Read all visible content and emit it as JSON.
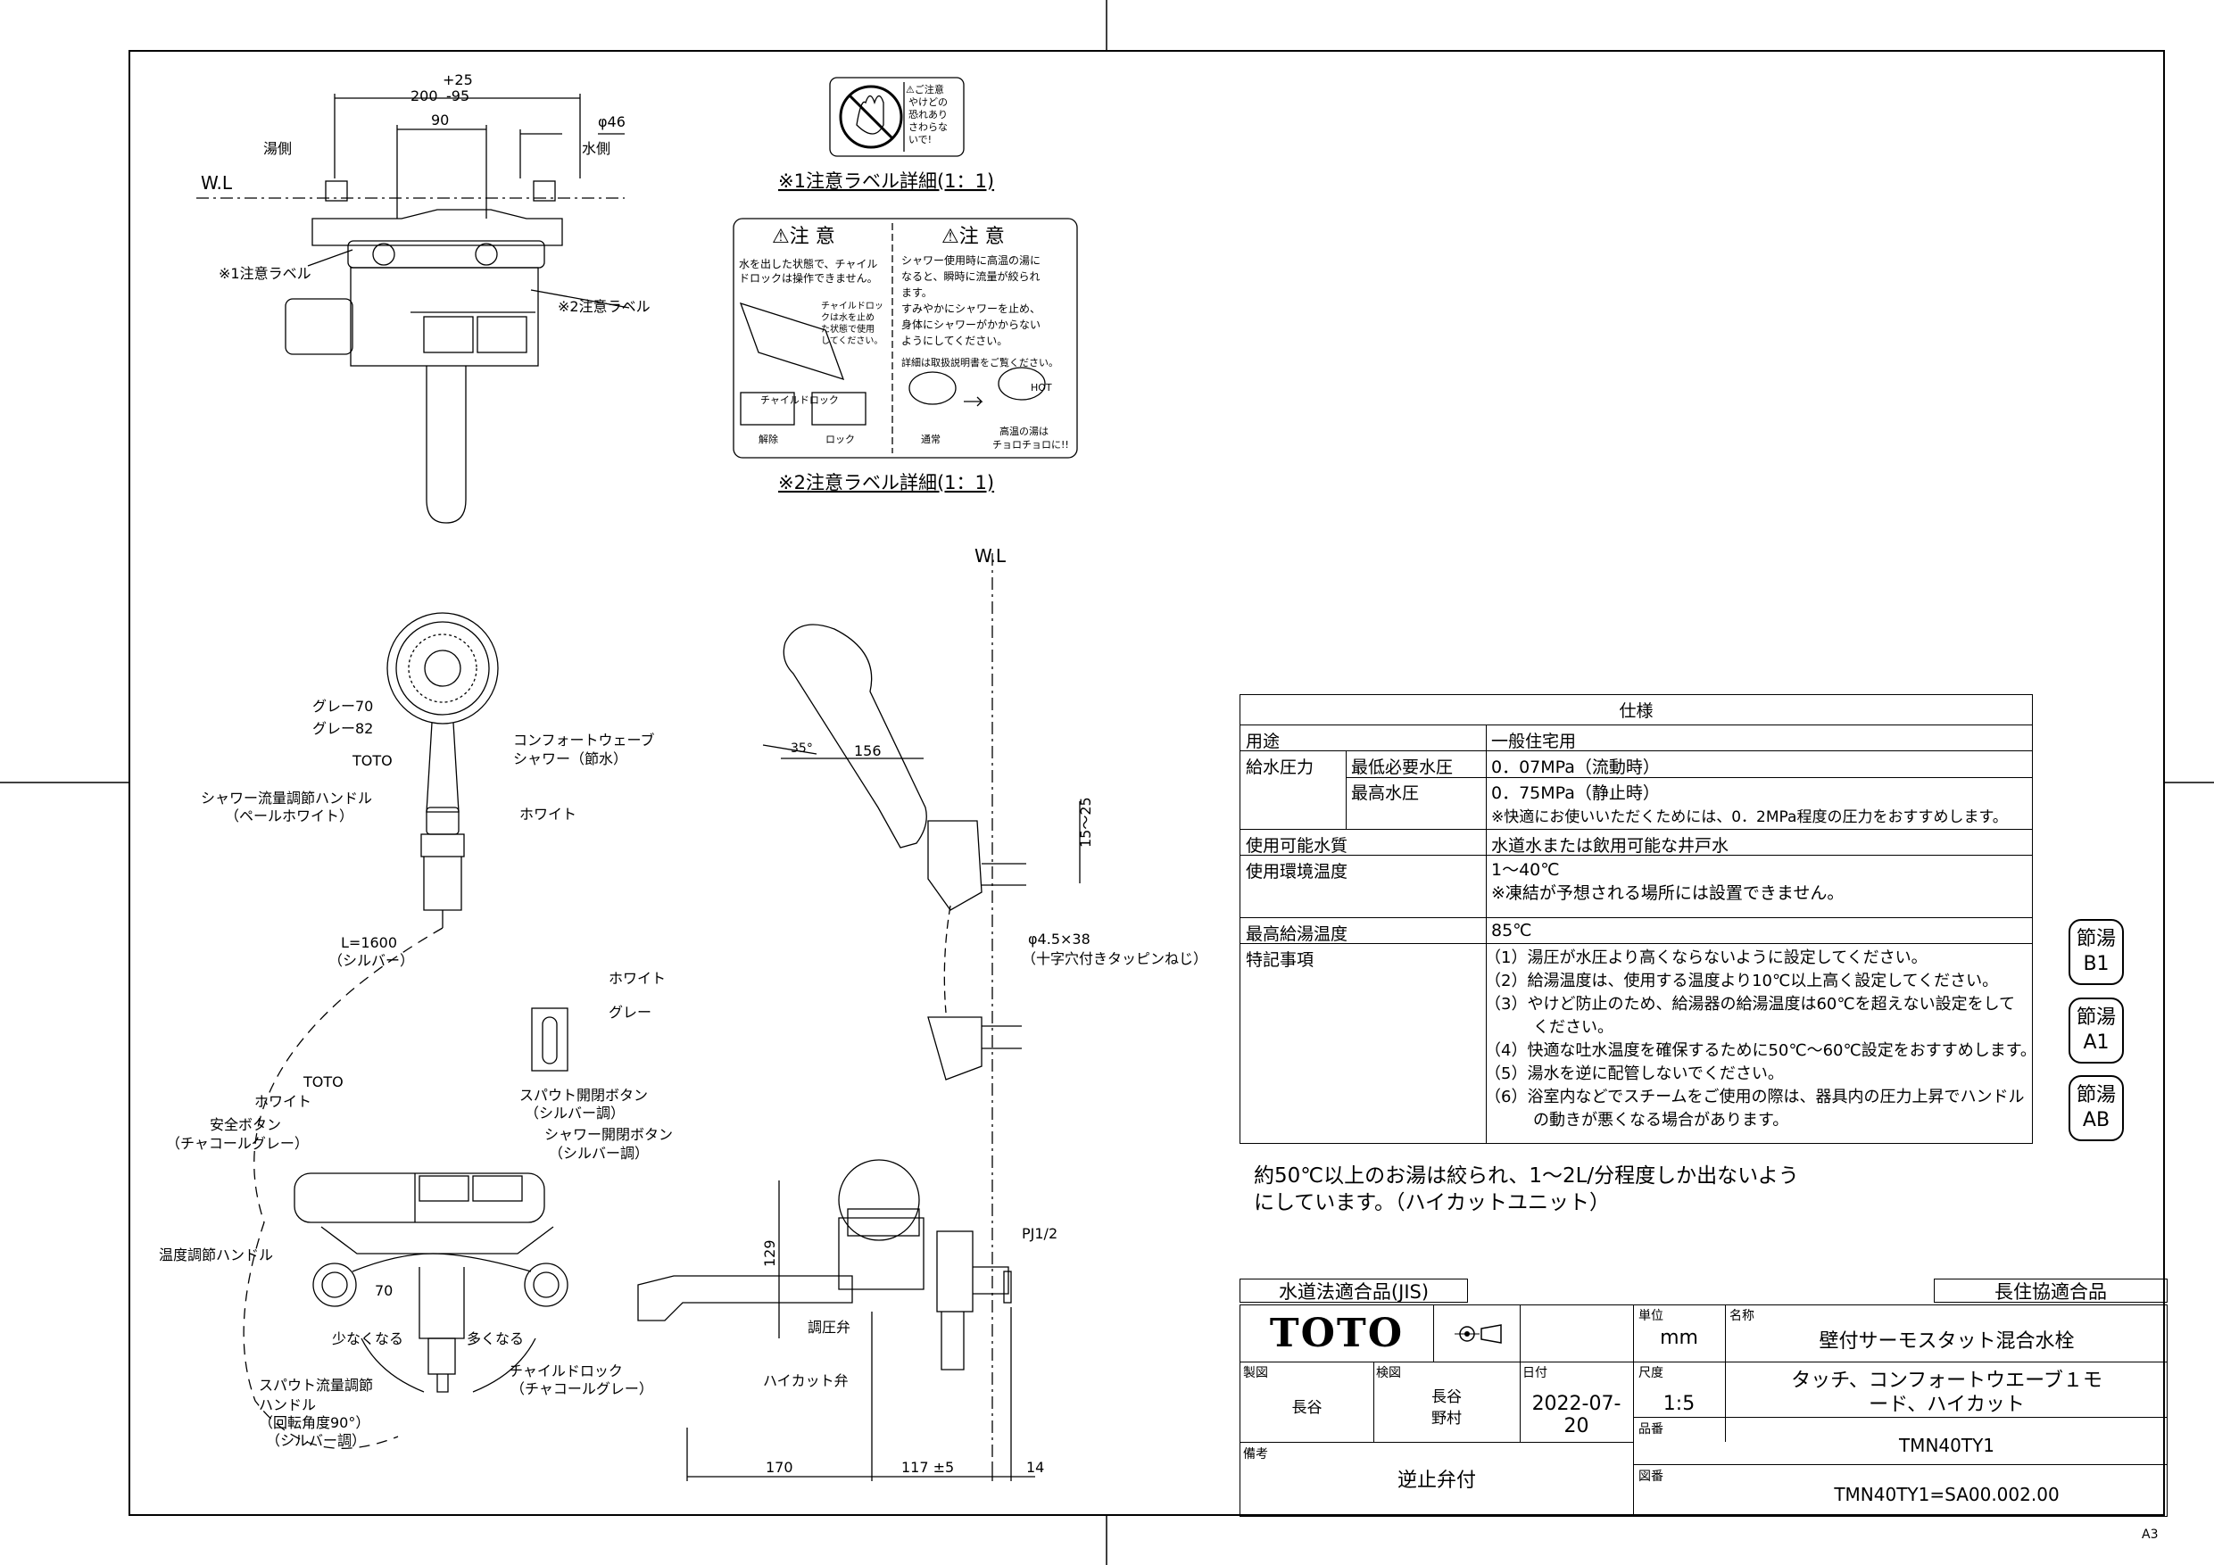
{
  "drawing": {
    "wl_label": "W.L",
    "wl_label_side": "W.L",
    "dim_top": "200",
    "dim_top_tol_plus": "+25",
    "dim_top_tol_minus": "-95",
    "dim_90": "90",
    "dim_phi46": "φ46",
    "label_hot": "湯側",
    "label_cold": "水側",
    "label_caution1": "※1注意ラベル",
    "label_caution2": "※2注意ラベル",
    "label1_title": "※1注意ラベル詳細(1：1)",
    "label2_title": "※2注意ラベル詳細(1：1)",
    "label1_text": [
      "⚠ご注意",
      "やけどの",
      "恐れあり",
      "さわらな",
      "いで!"
    ],
    "label2_left_head": "⚠注 意",
    "label2_left_text": [
      "水を出した状態で、チャイル",
      "ドロックは操作できません。"
    ],
    "label2_left_small": [
      "チャイルドロッ",
      "クは水を止め",
      "た状態で使用",
      "してください。"
    ],
    "label2_childlock": "チャイルドロック",
    "label2_release": "解除",
    "label2_lock": "ロック",
    "label2_right_head": "⚠注 意",
    "label2_right_text": [
      "シャワー使用時に高温の湯に",
      "なると、瞬時に流量が絞られ",
      "ます。",
      "すみやかにシャワーを止め、",
      "身体にシャワーがかからない",
      "ようにしてください。",
      "詳細は取扱説明書をご覧ください。"
    ],
    "label2_normal": "通常",
    "label2_hot": "HOT",
    "label2_hotwater": [
      "高温の湯は",
      "チョロチョロに!!"
    ],
    "gray70": "グレー70",
    "gray82": "グレー82",
    "toto_small": "TOTO",
    "comfort_wave": "コンフォートウェーブ",
    "shower_save": "シャワー（節水）",
    "shower_flow_handle": "シャワー流量調節ハンドル",
    "pale_white": "（ペールホワイト）",
    "white": "ホワイト",
    "hose_len": "L=1600",
    "silver": "（シルバー）",
    "white2": "ホワイト",
    "gray": "グレー",
    "toto2": "TOTO",
    "white3": "ホワイト",
    "safety_btn": "安全ボタン",
    "charcoal": "（チャコールグレー）",
    "spout_btn": "スパウト開閉ボタン",
    "silver_tone": "（シルバー調）",
    "shower_btn": "シャワー開閉ボタン",
    "silver_tone2": "（シルバー調）",
    "temp_handle": "温度調節ハンドル",
    "dim_70": "70",
    "less": "少なくなる",
    "more": "多くなる",
    "spout_flow": [
      "スパウト流量調節",
      "ハンドル",
      "（回転角度90°）",
      "（シルバー調）"
    ],
    "child_lock": "チャイルドロック",
    "charcoal2": "（チャコールグレー）",
    "angle35": "35°",
    "dim_156": "156",
    "dim_15_25": "15～25",
    "screw": "φ4.5×38",
    "screw_note": "（十字穴付きタッピンねじ）",
    "dim_129": "129",
    "pj": "PJ1/2",
    "pressure_valve": "調圧弁",
    "highcut_valve": "ハイカット弁",
    "dim_170": "170",
    "dim_117": "117 ±5",
    "dim_14": "14"
  },
  "spec": {
    "title": "仕様",
    "rows": {
      "use_label": "用途",
      "use_value": "一般住宅用",
      "supply_label": "給水圧力",
      "min_label": "最低必要水圧",
      "min_value": "0．07MPa（流動時）",
      "max_label": "最高水圧",
      "max_value": "0．75MPa（静止時）",
      "max_note": "※快適にお使いいただくためには、0．2MPa程度の圧力をおすすめします。",
      "quality_label": "使用可能水質",
      "quality_value": "水道水または飲用可能な井戸水",
      "env_label": "使用環境温度",
      "env_value": "1～40℃",
      "env_note": "※凍結が予想される場所には設置できません。",
      "hot_label": "最高給湯温度",
      "hot_value": "85℃",
      "notes_label": "特記事項",
      "notes": [
        "（1）湯圧が水圧より高くならないように設定してください。",
        "（2）給湯温度は、使用する温度より10℃以上高く設定してください。",
        "（3）やけど防止のため、給湯器の給湯温度は60℃を超えない設定をして",
        "　　　ください。",
        "（4）快適な吐水温度を確保するために50℃～60℃設定をおすすめします。",
        "（5）湯水を逆に配管しないでください。",
        "（6）浴室内などでスチームをご使用の際は、器具内の圧力上昇でハンドル",
        "　　　の動きが悪くなる場合があります。"
      ]
    }
  },
  "caption": [
    "約50℃以上のお湯は絞られ、1～2L/分程度しか出ないよう",
    "にしています。（ハイカットユニット）"
  ],
  "badges": [
    {
      "top": "節湯",
      "bottom": "B1"
    },
    {
      "top": "節湯",
      "bottom": "A1"
    },
    {
      "top": "節湯",
      "bottom": "AB"
    }
  ],
  "titleblock": {
    "jis": "水道法適合品(JIS)",
    "chou": "長住協適合品",
    "logo": "TOTO",
    "unit_label": "単位",
    "unit_value": "mm",
    "name_label": "名称",
    "name_value": "壁付サーモスタット混合水栓",
    "name_sub1": "タッチ、コンフォートウエーブ１モ",
    "name_sub2": "ード、ハイカット",
    "drawn_label": "製図",
    "drawn_value": "長谷",
    "checked_label": "検図",
    "checked_value1": "長谷",
    "checked_value2": "野村",
    "date_label": "日付",
    "date_value": "2022-07-20",
    "scale_label": "尺度",
    "scale_value": "1:5",
    "part_label": "品番",
    "part_value": "TMN40TY1",
    "remark_label": "備考",
    "remark_value": "逆止弁付",
    "dwg_label": "図番",
    "dwg_value": "TMN40TY1=SA00.002.00"
  },
  "sheet_size": "A3"
}
